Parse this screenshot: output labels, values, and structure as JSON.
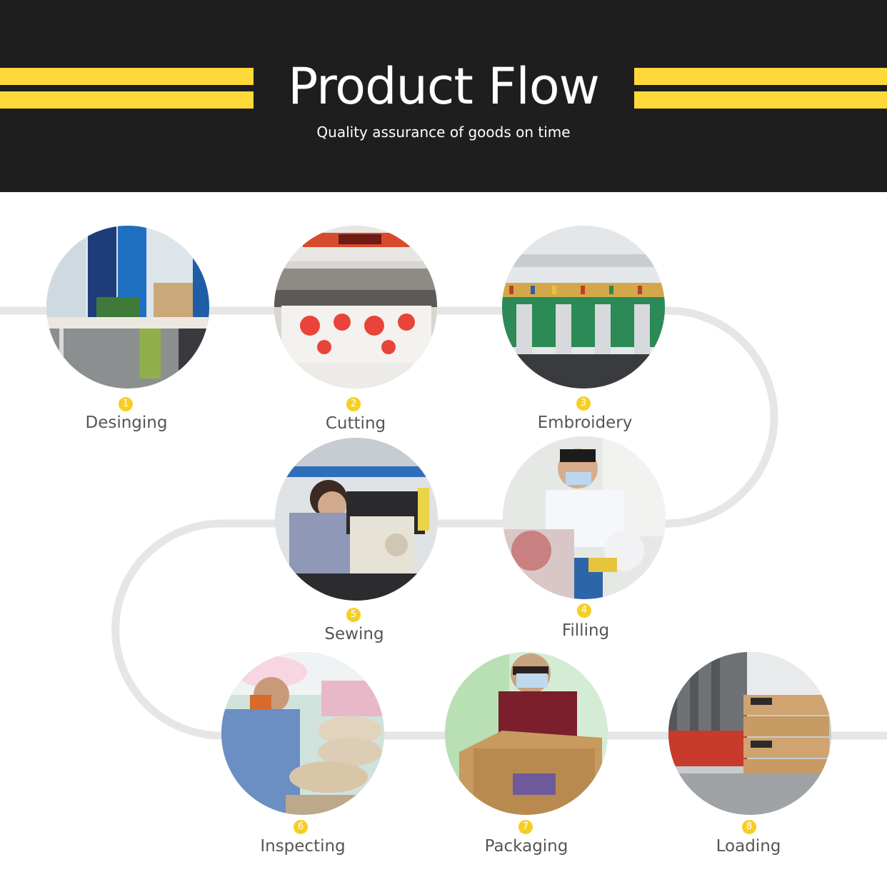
{
  "header": {
    "title": "Product Flow",
    "subtitle": "Quality assurance of goods on time"
  },
  "colors": {
    "header_bg": "#1f1e1e",
    "accent": "#ffd93a",
    "badge": "#f6cf26",
    "connector": "#e6e6e6",
    "label_text": "#555555"
  },
  "steps": [
    {
      "number": "1",
      "label": "Desinging",
      "photo": "design-office-photo"
    },
    {
      "number": "2",
      "label": "Cutting",
      "photo": "laser-cutting-photo"
    },
    {
      "number": "3",
      "label": "Embroidery",
      "photo": "embroidery-machines-photo"
    },
    {
      "number": "4",
      "label": "Filling",
      "photo": "filling-worker-photo"
    },
    {
      "number": "5",
      "label": "Sewing",
      "photo": "sewing-machine-photo"
    },
    {
      "number": "6",
      "label": "Inspecting",
      "photo": "inspection-worker-photo"
    },
    {
      "number": "7",
      "label": "Packaging",
      "photo": "packaging-box-photo"
    },
    {
      "number": "8",
      "label": "Loading",
      "photo": "container-loading-photo"
    }
  ]
}
